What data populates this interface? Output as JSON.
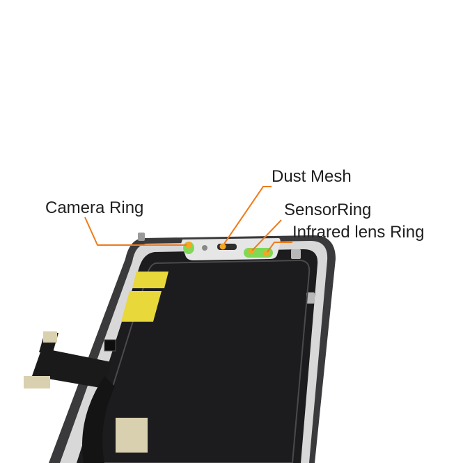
{
  "labels": {
    "camera_ring": "Camera Ring",
    "dust_mesh": "Dust Mesh",
    "sensor_ring": "SensorRing",
    "infrared_lens_ring": "Infrared lens Ring"
  },
  "colors": {
    "leader_line": "#f07b1a",
    "marker_dot": "#f5a623",
    "ring_highlight": "#7ed957",
    "screen_panel": "#1c1c1e",
    "frame": "#2a2a2a",
    "adhesive_pad": "#e8d83a",
    "flex_connector": "#d9d0b0",
    "background": "#ffffff"
  }
}
